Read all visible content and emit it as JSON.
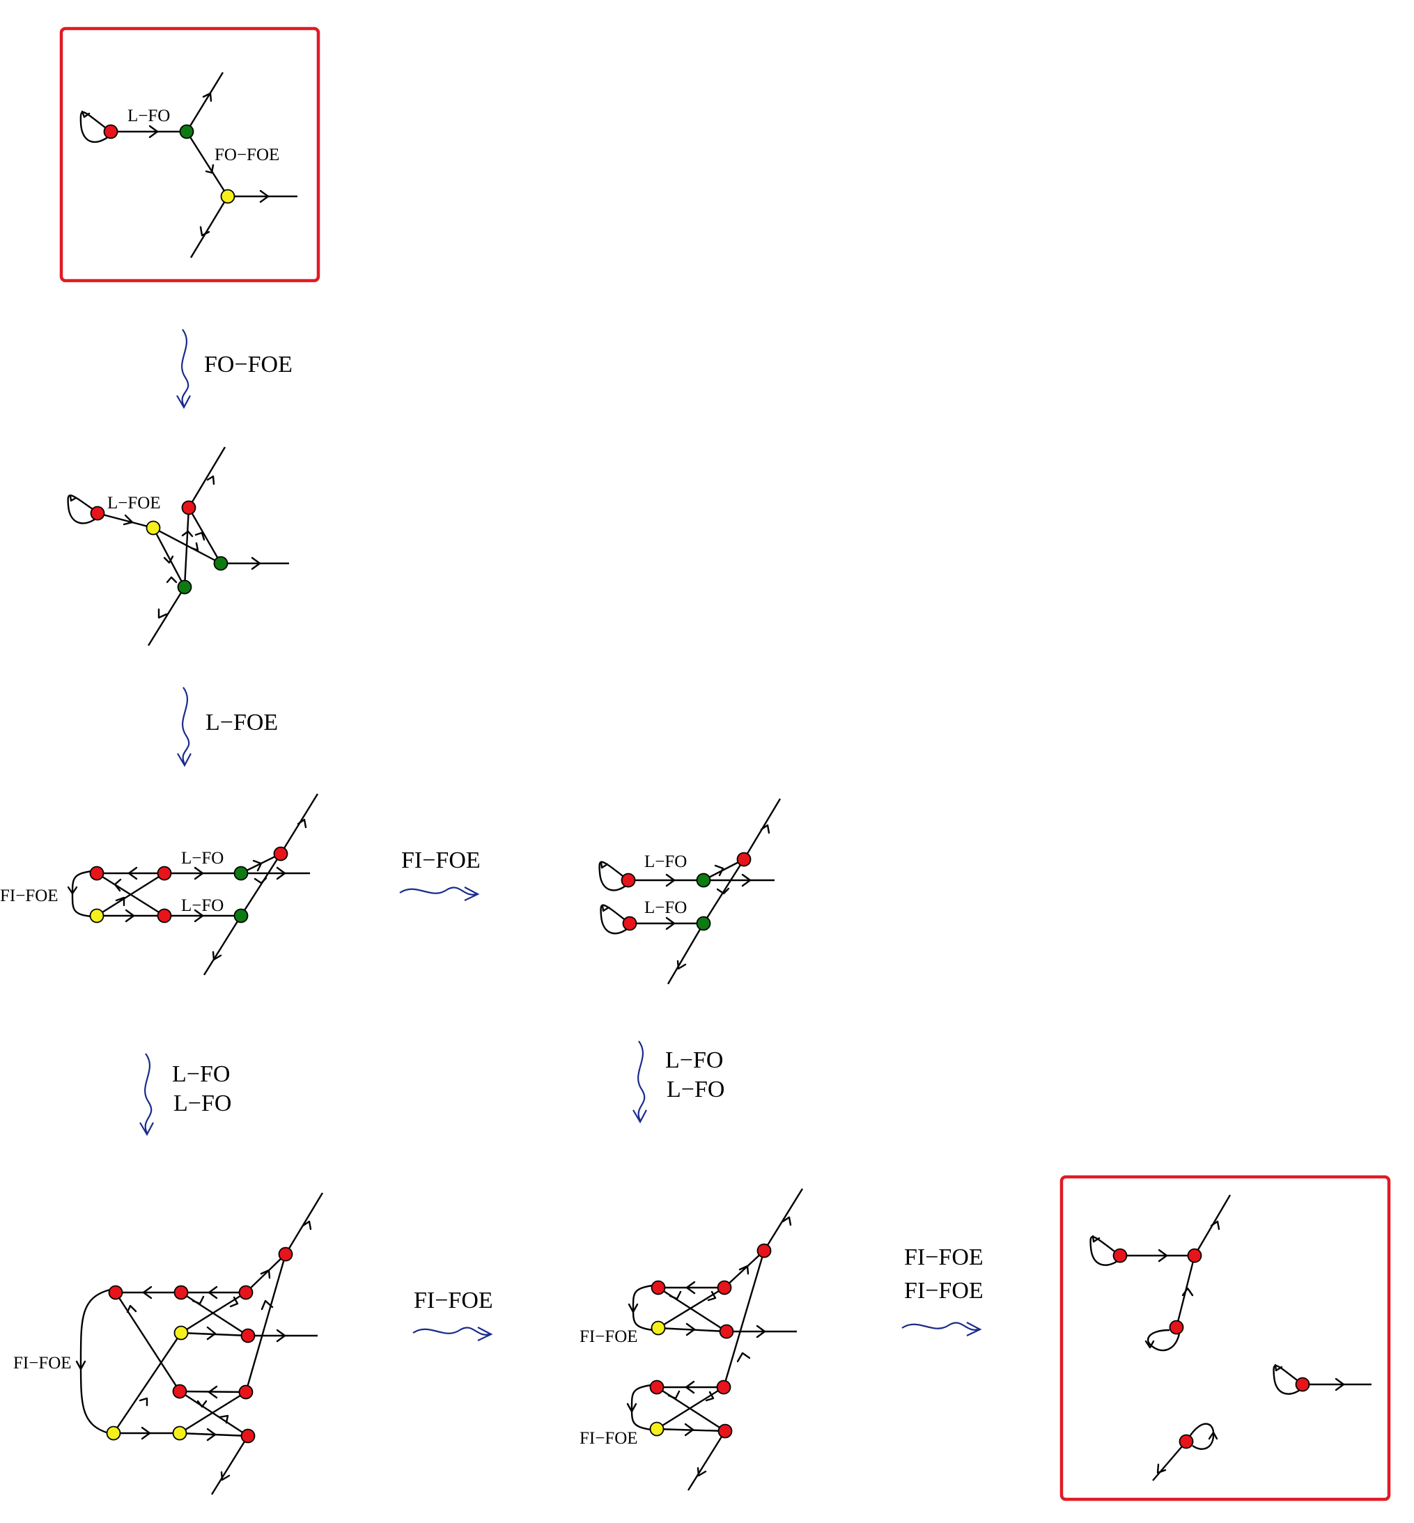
{
  "colors": {
    "red": "#e8141b",
    "green": "#0e7a12",
    "yellow": "#f5f01c",
    "box": "#e01b24",
    "move": "#1a2a8c"
  },
  "diagram": {
    "start_graph": {
      "edge_labels": [
        "L−FO",
        "FO−FOE"
      ]
    },
    "moves": [
      {
        "id": "m1",
        "lines": [
          "FO−FOE"
        ]
      },
      {
        "id": "m2",
        "lines": [
          "L−FOE"
        ]
      },
      {
        "id": "m3",
        "lines": [
          "FI−FOE"
        ]
      },
      {
        "id": "m4",
        "lines": [
          "L−FO",
          "L−FO"
        ]
      },
      {
        "id": "m5",
        "lines": [
          "L−FO",
          "L−FO"
        ]
      },
      {
        "id": "m6",
        "lines": [
          "FI−FOE"
        ]
      },
      {
        "id": "m7",
        "lines": [
          "FI−FOE",
          "FI−FOE"
        ]
      }
    ],
    "graph2": {
      "edge_labels": [
        "L−FOE"
      ]
    },
    "graph3": {
      "edge_labels": [
        "L−FO",
        "L−FO",
        "FI−FOE"
      ]
    },
    "graph4": {
      "edge_labels": [
        "L−FO",
        "L−FO"
      ]
    },
    "graph5": {
      "edge_labels": [
        "FI−FOE"
      ]
    },
    "graph6": {
      "edge_labels": [
        "FI−FOE",
        "FI−FOE"
      ]
    }
  }
}
